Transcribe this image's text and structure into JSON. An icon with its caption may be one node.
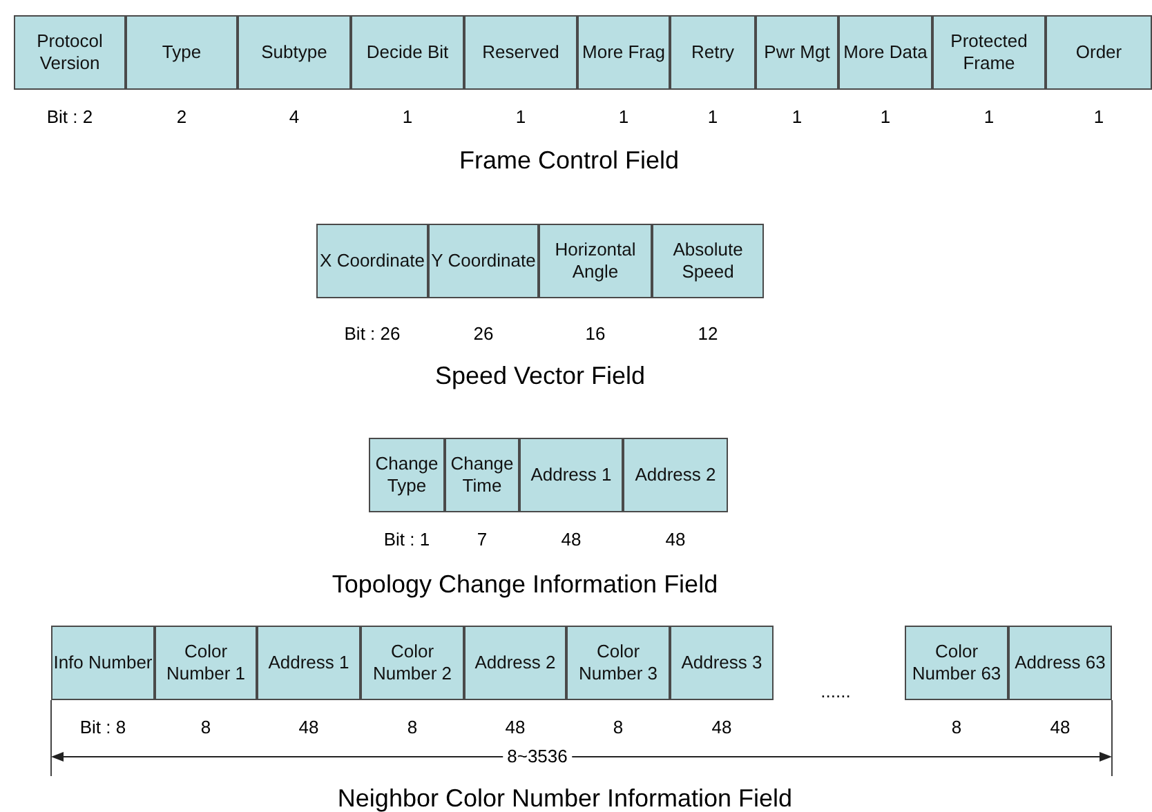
{
  "diagram": {
    "nodes": [
      {
        "text": [
          "Protocol Version"
        ],
        "beside": [
          "Bit : 2"
        ]
      },
      {
        "text": [
          "Type"
        ],
        "beside": [
          "2"
        ]
      },
      {
        "text": [
          "Subtype"
        ],
        "beside": [
          "4"
        ]
      },
      {
        "text": [
          "Decide Bit"
        ],
        "beside": [
          "1"
        ]
      },
      {
        "text": [
          "Reserved"
        ],
        "beside": [
          "1"
        ]
      },
      {
        "text": [
          "More Frag"
        ],
        "beside": [
          "1"
        ]
      },
      {
        "text": [
          "Retry"
        ],
        "beside": [
          "1"
        ]
      },
      {
        "text": [
          "Pwr Mgt"
        ],
        "beside": [
          "1"
        ]
      },
      {
        "text": [
          "More Data"
        ],
        "beside": [
          "1"
        ]
      },
      {
        "text": [
          "Protected Frame"
        ],
        "beside": [
          "1"
        ]
      },
      {
        "text": [
          "Order"
        ],
        "beside": [
          "1"
        ]
      },
      {
        "text": [
          "X Coordinate"
        ],
        "beside": [
          "Bit : 26"
        ]
      },
      {
        "text": [
          "Y Coordinate"
        ],
        "beside": [
          "26"
        ]
      },
      {
        "text": [
          "Horizontal Angle"
        ],
        "beside": [
          "16"
        ]
      },
      {
        "text": [
          "Absolute Speed"
        ],
        "beside": [
          "12"
        ]
      },
      {
        "text": [
          "Change Type"
        ],
        "beside": [
          "Bit : 1"
        ]
      },
      {
        "text": [
          "Change Time"
        ],
        "beside": [
          "7"
        ]
      },
      {
        "text": [
          "Address 1"
        ],
        "beside": [
          "48"
        ]
      },
      {
        "text": [
          "Address 2"
        ],
        "beside": [
          "48"
        ]
      },
      {
        "text": [
          "Info Number"
        ],
        "beside": [
          "Bit : 8"
        ]
      },
      {
        "text": [
          "Color Number 1"
        ],
        "beside": [
          "8"
        ]
      },
      {
        "text": [
          "Address 1"
        ],
        "beside": [
          "48"
        ]
      },
      {
        "text": [
          "Color Number 2"
        ],
        "beside": [
          "8"
        ]
      },
      {
        "text": [
          "Address 2"
        ],
        "beside": [
          "48"
        ]
      },
      {
        "text": [
          "Color Number 3"
        ],
        "beside": [
          "8"
        ]
      },
      {
        "text": [
          "Address 3"
        ],
        "beside": [
          "48"
        ]
      },
      {
        "text": [
          "Color Number 63"
        ],
        "beside": [
          "8"
        ]
      },
      {
        "text": [
          "Address 63"
        ],
        "beside": [
          "48"
        ]
      }
    ],
    "labels": [
      "Frame Control Field",
      "Speed Vector Field",
      "Topology Change Information Field",
      "......",
      "8~3536",
      "Neighbor Color Number Information Field"
    ]
  }
}
